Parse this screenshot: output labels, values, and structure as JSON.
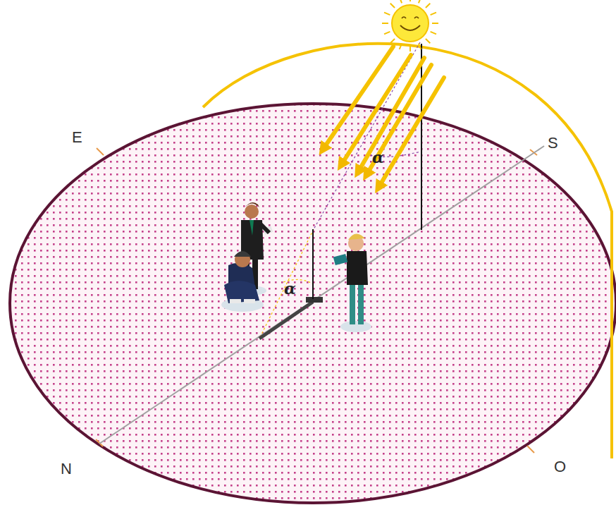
{
  "diagram": {
    "labels": [
      "E",
      "S",
      "N",
      "O",
      "α",
      "α"
    ]
  }
}
